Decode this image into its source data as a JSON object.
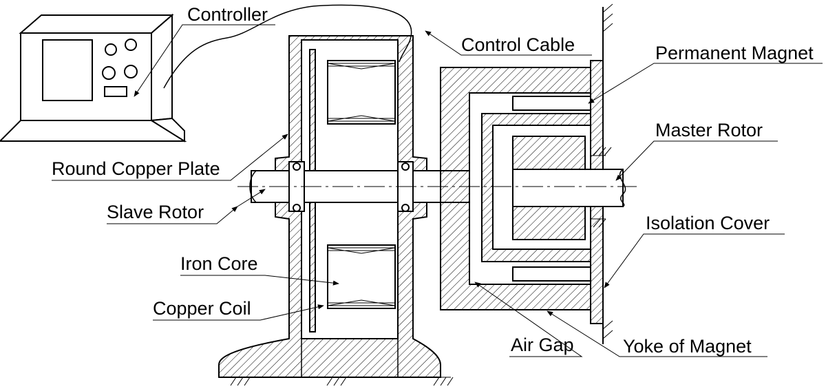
{
  "labels": {
    "controller": "Controller",
    "control_cable": "Control Cable",
    "permanent_magnet": "Permanent Magnet",
    "master_rotor": "Master Rotor",
    "round_copper_plate": "Round Copper Plate",
    "slave_rotor": "Slave Rotor",
    "isolation_cover": "Isolation Cover",
    "iron_core": "Iron Core",
    "copper_coil": "Copper Coil",
    "air_gap": "Air Gap",
    "yoke_of_magnet": "Yoke of Magnet"
  }
}
